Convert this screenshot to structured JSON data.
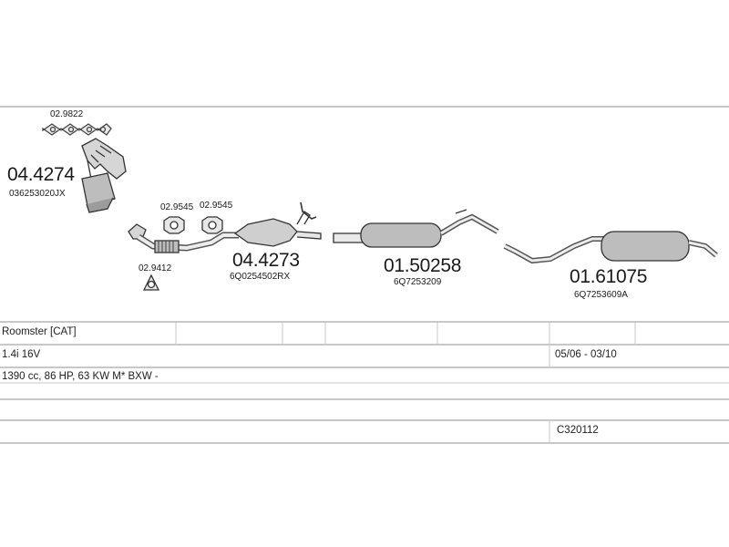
{
  "parts": [
    {
      "id": "clamp-top",
      "number": "02.9822"
    },
    {
      "id": "manifold-cat",
      "number": "04.4274",
      "oem": "036253020JX"
    },
    {
      "id": "gasket-a",
      "number": "02.9545"
    },
    {
      "id": "gasket-b",
      "number": "02.9545"
    },
    {
      "id": "front-pipe-gasket",
      "number": "02.9412"
    },
    {
      "id": "catalyst",
      "number": "04.4273",
      "oem": "6Q0254502RX"
    },
    {
      "id": "middle-silencer",
      "number": "01.50258",
      "oem": "6Q7253209"
    },
    {
      "id": "rear-silencer",
      "number": "01.61075",
      "oem": "6Q7253609A"
    }
  ],
  "vehicle": {
    "model": "Roomster  [CAT]",
    "engine": "1.4i 16V",
    "dates": "05/06 - 03/10",
    "spec": "1390 cc, 86 HP, 63 KW M* BXW -",
    "code": "C320112"
  }
}
